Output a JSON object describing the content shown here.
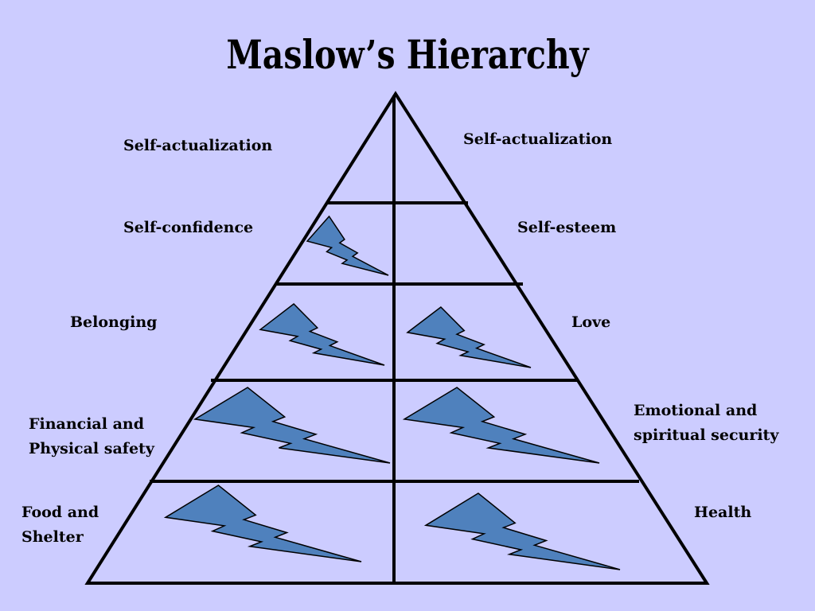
{
  "title": "Maslow’s Hierarchy",
  "colors": {
    "background": "#ccccff",
    "bolt_fill": "#4f81bd",
    "outline": "#000000"
  },
  "left_labels": [
    {
      "lines": [
        "Self-actualization"
      ]
    },
    {
      "lines": [
        "Self-confidence"
      ]
    },
    {
      "lines": [
        "Belonging"
      ]
    },
    {
      "lines": [
        "Financial and",
        "Physical safety"
      ]
    },
    {
      "lines": [
        "Food and",
        "Shelter"
      ]
    }
  ],
  "right_labels": [
    {
      "lines": [
        "Self-actualization"
      ]
    },
    {
      "lines": [
        "Self-esteem"
      ]
    },
    {
      "lines": [
        "Love"
      ]
    },
    {
      "lines": [
        "Emotional and",
        "spiritual security"
      ]
    },
    {
      "lines": [
        "Health"
      ]
    }
  ]
}
